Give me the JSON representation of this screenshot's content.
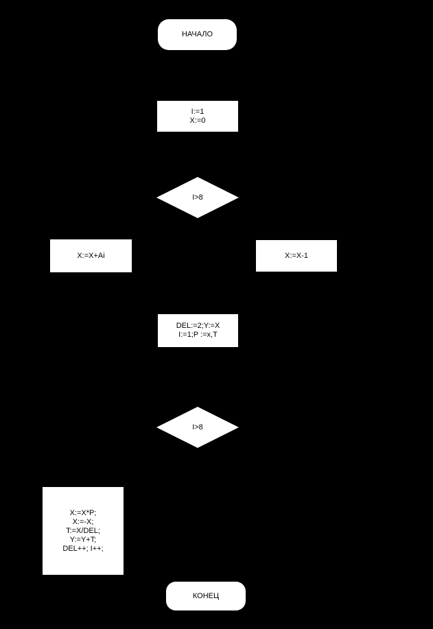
{
  "colors": {
    "background": "#000000",
    "shape_fill": "#ffffff",
    "text": "#000000"
  },
  "flowchart": {
    "start": {
      "label": "НАЧАЛО"
    },
    "init": {
      "lines": [
        "I:=1",
        "X:=0"
      ]
    },
    "decision1": {
      "label": "I>8"
    },
    "branch_left": {
      "label": "X:=X+Ai"
    },
    "branch_right": {
      "label": "X:=X-1"
    },
    "init2": {
      "lines": [
        "DEL:=2;Y:=X",
        "I:=1;P :=x,T"
      ]
    },
    "decision2": {
      "label": "I>8"
    },
    "loop_body": {
      "lines": [
        "X:=X*P;",
        "X:=-X;",
        "T:=X/DEL;",
        "Y:=Y+T;",
        "DEL++; I++;"
      ]
    },
    "end": {
      "label": "КОНЕЦ"
    }
  }
}
